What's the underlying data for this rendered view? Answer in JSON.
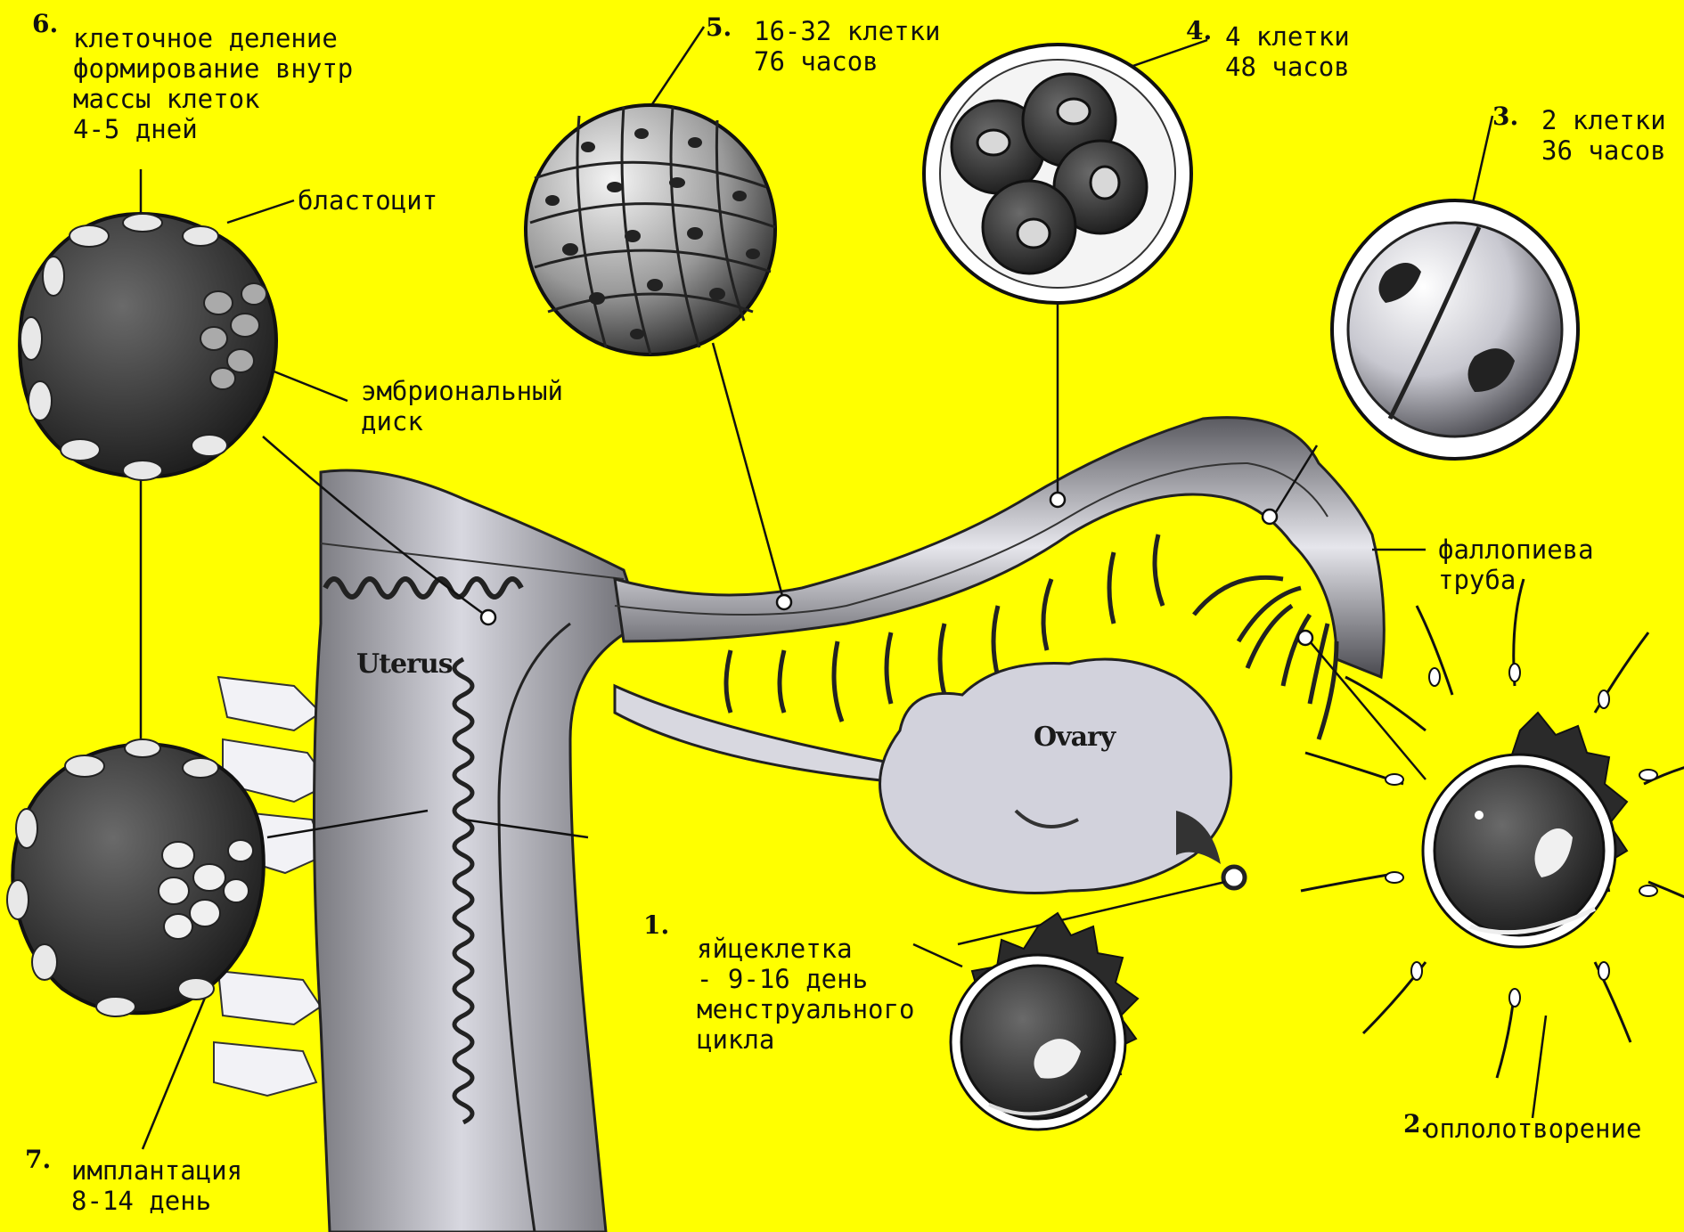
{
  "stages": [
    {
      "num": "1.",
      "lines": [
        "яйцеклетка",
        "- 9-16 день",
        "менструального",
        "цикла"
      ]
    },
    {
      "num": "2.",
      "lines": [
        "оплолотворение"
      ]
    },
    {
      "num": "3.",
      "lines": [
        "2 клетки",
        "36 часов"
      ]
    },
    {
      "num": "4.",
      "lines": [
        "4 клетки",
        "48 часов"
      ]
    },
    {
      "num": "5.",
      "lines": [
        "16-32 клетки",
        "76 часов"
      ]
    },
    {
      "num": "6.",
      "lines": [
        "клеточное деление",
        "формирование внутр",
        "массы клеток",
        "4-5 дней"
      ]
    },
    {
      "num": "7.",
      "lines": [
        "имплантация",
        "8-14 день"
      ]
    }
  ],
  "labels": {
    "blastocyte": "бластоцит",
    "embryonic_disc": [
      "эмбриональный",
      "диск"
    ],
    "fallopian_tube": [
      "фаллопиева",
      "труба"
    ],
    "uterus": "Uterus",
    "ovary": "Ovary"
  },
  "colors": {
    "background": "#FFFF00",
    "ink": "#111111"
  }
}
